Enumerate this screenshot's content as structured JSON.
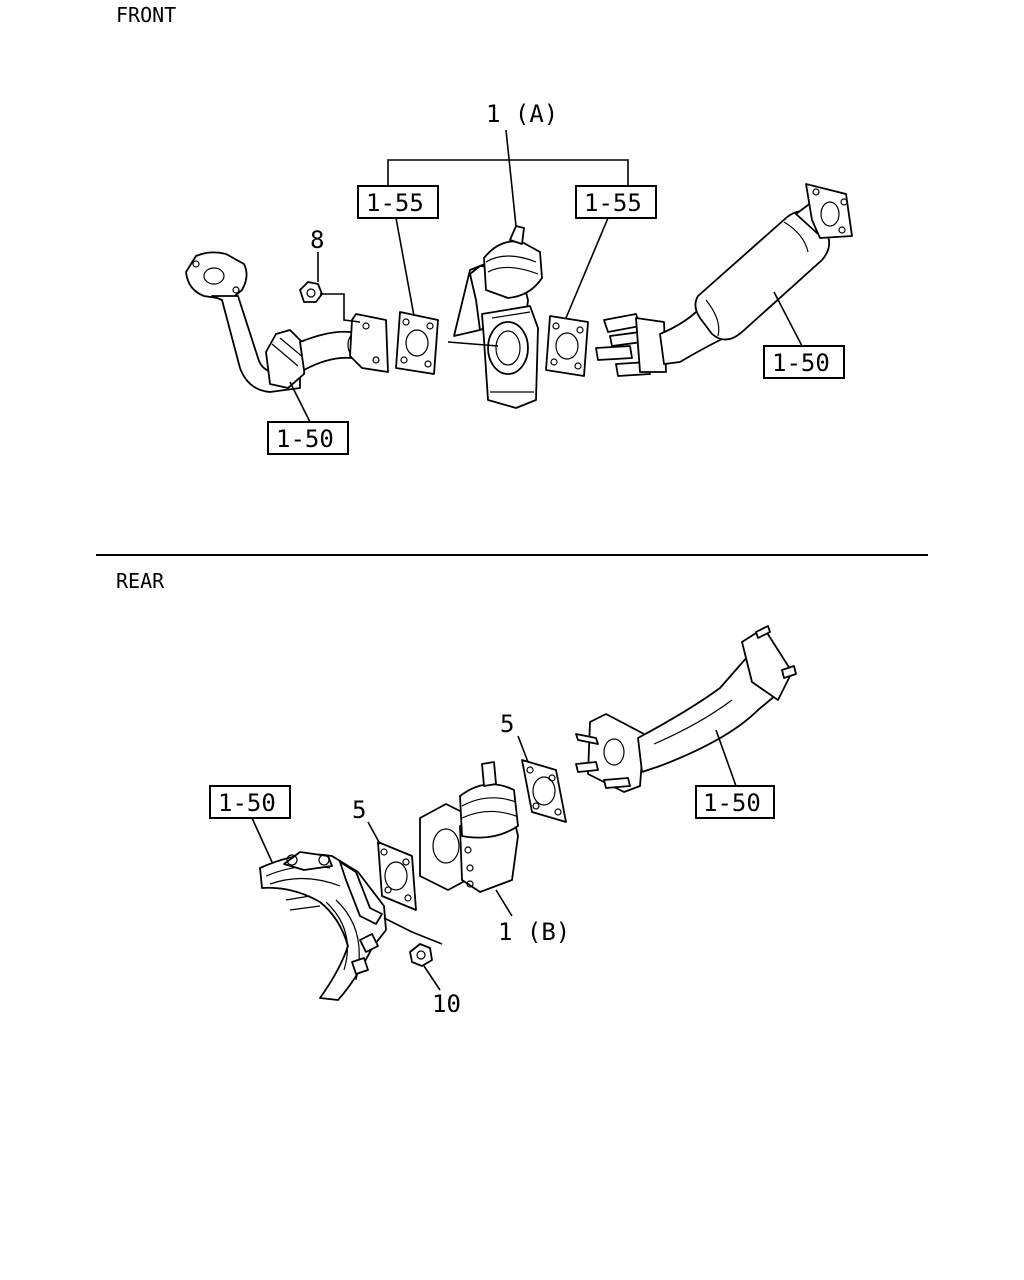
{
  "sections": {
    "front": "FRONT",
    "rear": "REAR"
  },
  "front": {
    "valve_label": "1 (A)",
    "gasket_ref_left": "1-55",
    "gasket_ref_right": "1-55",
    "nut_label": "8",
    "pipe_ref_left": "1-50",
    "pipe_ref_right": "1-50"
  },
  "rear": {
    "valve_label": "1 (B)",
    "gasket_label_upper": "5",
    "gasket_label_lower": "5",
    "nut_label": "10",
    "pipe_ref_left": "1-50",
    "pipe_ref_right": "1-50"
  }
}
